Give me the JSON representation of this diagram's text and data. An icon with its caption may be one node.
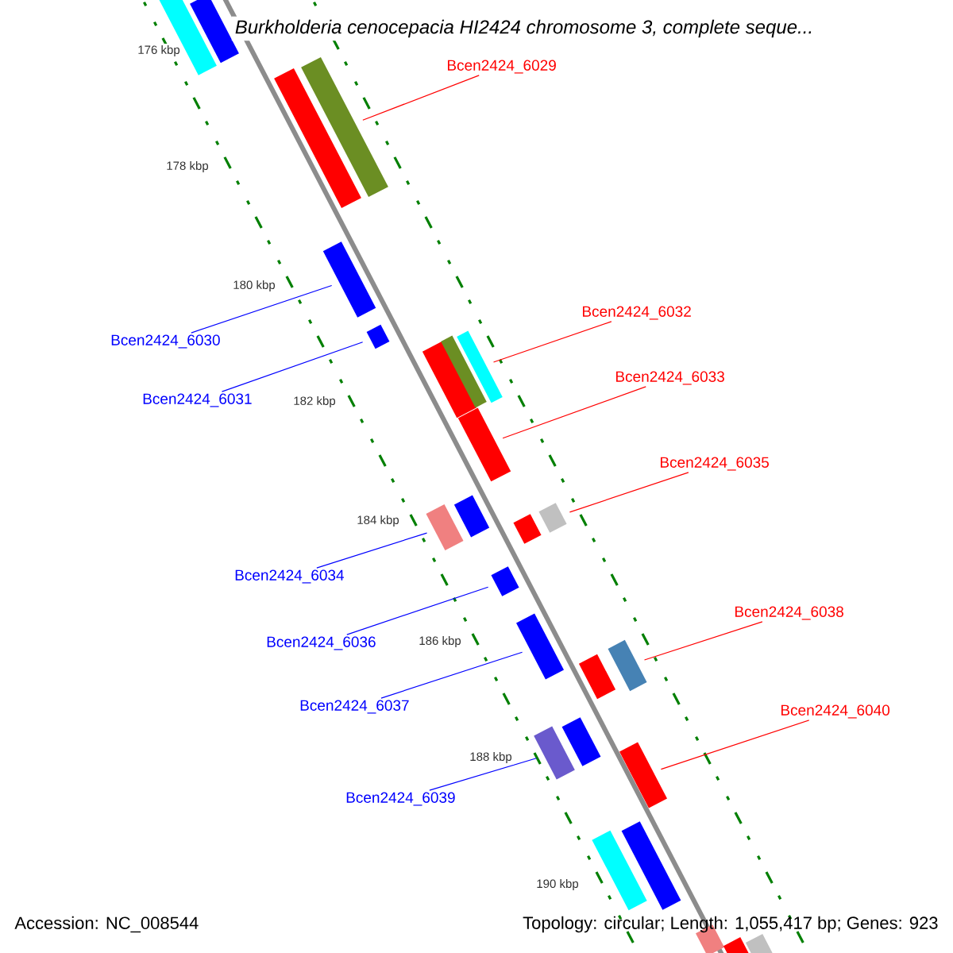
{
  "diagram": {
    "title": "Burkholderia cenocepacia HI2424 chromosome 3, complete seque...",
    "nodes": [
      {
        "text": [
          "Bcen2424_6029"
        ]
      },
      {
        "text": [],
        "shape": "bar"
      },
      {
        "text": [
          "Bcen2424_6030"
        ]
      },
      {
        "text": [],
        "shape": "bar"
      },
      {
        "text": [
          "Bcen2424_6032"
        ]
      },
      {
        "text": [],
        "shape": "bar"
      },
      {
        "text": [
          "Bcen2424_6033"
        ]
      },
      {
        "text": [],
        "shape": "bar"
      },
      {
        "text": [
          "Bcen2424_6031"
        ]
      },
      {
        "text": [],
        "shape": "bar"
      },
      {
        "text": [
          "Bcen2424_6035"
        ]
      },
      {
        "text": [],
        "shape": "bar"
      },
      {
        "text": [
          "Bcen2424_6034"
        ]
      },
      {
        "text": [],
        "shape": "bar"
      },
      {
        "text": [
          "Bcen2424_6038"
        ]
      },
      {
        "text": [],
        "shape": "bar"
      },
      {
        "text": [
          "Bcen2424_6036"
        ]
      },
      {
        "text": [],
        "shape": "bar"
      },
      {
        "text": [
          "Bcen2424_6037"
        ]
      },
      {
        "text": [],
        "shape": "bar"
      },
      {
        "text": [
          "Bcen2424_6040"
        ]
      },
      {
        "text": [],
        "shape": "bar"
      },
      {
        "text": [
          "Bcen2424_6039"
        ]
      },
      {
        "text": [],
        "shape": "bar"
      },
      {
        "text": [],
        "shape": "bar"
      },
      {
        "text": [],
        "shape": "bar"
      },
      {
        "text": [],
        "shape": "bar"
      },
      {
        "text": [],
        "shape": "bar"
      },
      {
        "text": [],
        "shape": "bar"
      },
      {
        "text": [],
        "shape": "bar"
      },
      {
        "text": [],
        "shape": "bar"
      },
      {
        "text": [],
        "shape": "bar"
      },
      {
        "text": [],
        "shape": "bar"
      },
      {
        "text": [],
        "shape": "bar"
      },
      {
        "text": [],
        "shape": "bar"
      },
      {
        "text": [],
        "shape": "bar"
      },
      {
        "text": [],
        "shape": "bar"
      },
      {
        "text": [],
        "shape": "bar"
      }
    ],
    "edges": [
      {
        "from": 0,
        "to": 1,
        "arrow": "none",
        "color": "#ff0000"
      },
      {
        "from": 2,
        "to": 3,
        "arrow": "none",
        "color": "#0000ff"
      },
      {
        "from": 4,
        "to": 5,
        "arrow": "none",
        "color": "#ff0000"
      },
      {
        "from": 6,
        "to": 7,
        "arrow": "none",
        "color": "#ff0000"
      },
      {
        "from": 8,
        "to": 9,
        "arrow": "none",
        "color": "#0000ff"
      },
      {
        "from": 10,
        "to": 11,
        "arrow": "none",
        "color": "#ff0000"
      },
      {
        "from": 12,
        "to": 13,
        "arrow": "none",
        "color": "#0000ff"
      },
      {
        "from": 14,
        "to": 15,
        "arrow": "none",
        "color": "#ff0000"
      },
      {
        "from": 16,
        "to": 17,
        "arrow": "none",
        "color": "#0000ff"
      },
      {
        "from": 18,
        "to": 19,
        "arrow": "none",
        "color": "#0000ff"
      },
      {
        "from": 20,
        "to": 21,
        "arrow": "none",
        "color": "#ff0000"
      },
      {
        "from": 22,
        "to": 23,
        "arrow": "none",
        "color": "#0000ff"
      }
    ],
    "labels": [
      "176 kbp",
      "178 kbp",
      "180 kbp",
      "182 kbp",
      "184 kbp",
      "186 kbp",
      "188 kbp",
      "190 kbp",
      "Accession: NC_008544",
      "Topology: circular; Length: 1,055,417 bp; Genes: 923"
    ]
  }
}
